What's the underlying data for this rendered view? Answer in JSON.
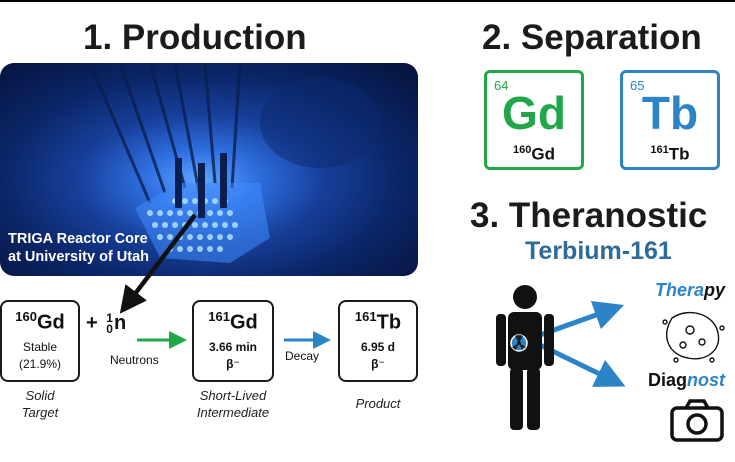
{
  "headings": {
    "production": "1. Production",
    "separation": "2. Separation",
    "theranostic": "3. Theranostic",
    "subtitle": "Terbium-161"
  },
  "reactor": {
    "label_line1": "TRIGA Reactor Core",
    "label_line2": "at University of Utah"
  },
  "tiles": {
    "gd": {
      "number": "64",
      "symbol": "Gd",
      "isotope_mass": "160",
      "isotope_symbol": "Gd"
    },
    "tb": {
      "number": "65",
      "symbol": "Tb",
      "isotope_mass": "161",
      "isotope_symbol": "Tb"
    }
  },
  "reaction": {
    "target": {
      "mass": "160",
      "symbol": "Gd",
      "line2": "Stable",
      "line3": "(21.9%)",
      "caption_line1": "Solid",
      "caption_line2": "Target"
    },
    "neutron": {
      "plus": "+",
      "mass": "1",
      "charge": "0",
      "symbol": "n",
      "label": "Neutrons"
    },
    "intermediate": {
      "mass": "161",
      "symbol": "Gd",
      "line2": "3.66 min",
      "line3": "β⁻",
      "caption_line1": "Short-Lived",
      "caption_line2": "Intermediate"
    },
    "decay_label": "Decay",
    "product": {
      "mass": "161",
      "symbol": "Tb",
      "line2": "6.95 d",
      "line3": "β⁻",
      "caption": "Product"
    }
  },
  "theranostic": {
    "therapy_prefix": "Thera",
    "therapy_suffix": "py",
    "diag_prefix": "Diag",
    "diag_suffix": "nost"
  },
  "colors": {
    "green": "#21a74a",
    "blue": "#2c83c6",
    "title_blue": "#2f6b99"
  }
}
